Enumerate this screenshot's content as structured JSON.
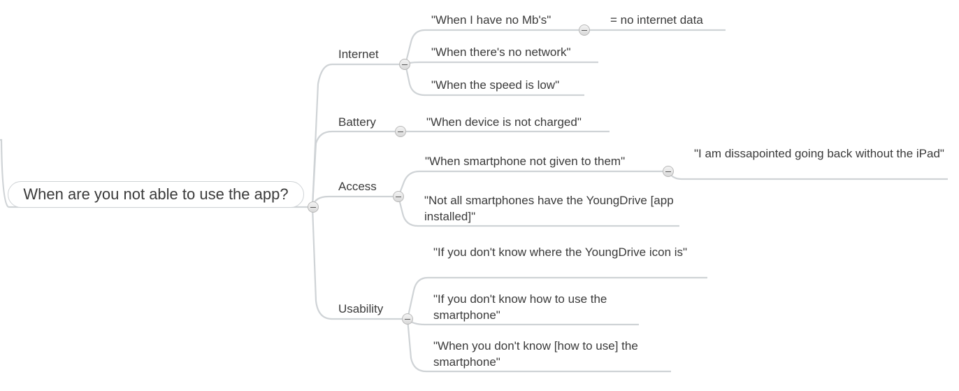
{
  "root": {
    "label": "When are you not able to use the app?"
  },
  "branches": [
    {
      "label": "Internet",
      "children": [
        {
          "label": "\"When I have no Mb's\"",
          "note": "= no internet data"
        },
        {
          "label": "\"When there's no network\""
        },
        {
          "label": "\"When the speed is low\""
        }
      ]
    },
    {
      "label": "Battery",
      "children": [
        {
          "label": "\"When device is not charged\""
        }
      ]
    },
    {
      "label": "Access",
      "children": [
        {
          "label": "\"When smartphone not given to them\"",
          "note": "\"I am dissapointed going back without the iPad\""
        },
        {
          "label": "\"Not all smartphones have the YoungDrive [app installed]\""
        }
      ]
    },
    {
      "label": "Usability",
      "children": [
        {
          "label": "\"If you don't know where the YoungDrive icon is\""
        },
        {
          "label": "\"If you don't know how to use the smartphone\""
        },
        {
          "label": "\"When you don't know [how to use] the smartphone\""
        }
      ]
    }
  ]
}
